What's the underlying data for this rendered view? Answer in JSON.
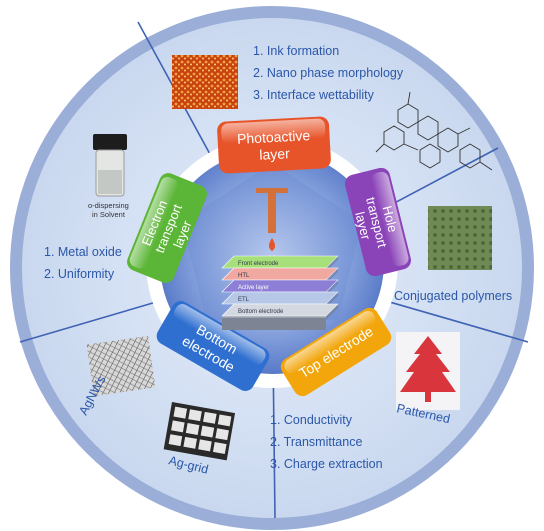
{
  "colors": {
    "outer_ring": "#9aaed8",
    "disc": "#c9d8ef",
    "inner_ring": "#ffffff",
    "hub": "#6f8fd4",
    "text_blue": "#2b57a8",
    "photoactive": "#e8542a",
    "hole_transport": "#8b44b8",
    "electron_transport": "#5bb536",
    "bottom_electrode": "#2f6fd0",
    "top_electrode": "#f2a60c"
  },
  "center": {
    "stack_layers": [
      "Front electrode",
      "HTL",
      "Active layer",
      "ETL",
      "Bottom electrode"
    ],
    "printing_tool": "slot-die-icon"
  },
  "segments": {
    "photoactive": {
      "label_lines": [
        "Photoactive",
        "layer"
      ],
      "notes": [
        "1. Ink formation",
        "2. Nano phase morphology",
        "3. Interface wettability"
      ],
      "image": "afm-morphology-image"
    },
    "hole_transport": {
      "label_lines": [
        "Hole",
        "transport",
        "layer"
      ],
      "caption": "Conjugated polymers",
      "images": [
        "molecular-structure-image",
        "polymer-film-image"
      ]
    },
    "electron_transport": {
      "label_lines": [
        "Electron",
        "transport",
        "layer"
      ],
      "notes": [
        "1. Metal oxide",
        "2. Uniformity"
      ],
      "vial_caption_lines": [
        "o-dispersing",
        "in Solvent"
      ],
      "image": "vial-image"
    },
    "bottom_electrode": {
      "label_lines": [
        "Bottom",
        "electrode"
      ],
      "captions": [
        "AgNWs",
        "Ag-grid"
      ],
      "images": [
        "agnw-mesh-image",
        "ag-grid-image"
      ]
    },
    "top_electrode": {
      "label_lines": [
        "Top electrode"
      ],
      "caption": "Patterned",
      "notes": [
        "1. Conductivity",
        "2. Transmittance",
        "3. Charge extraction"
      ],
      "image": "patterned-tree-image"
    }
  }
}
